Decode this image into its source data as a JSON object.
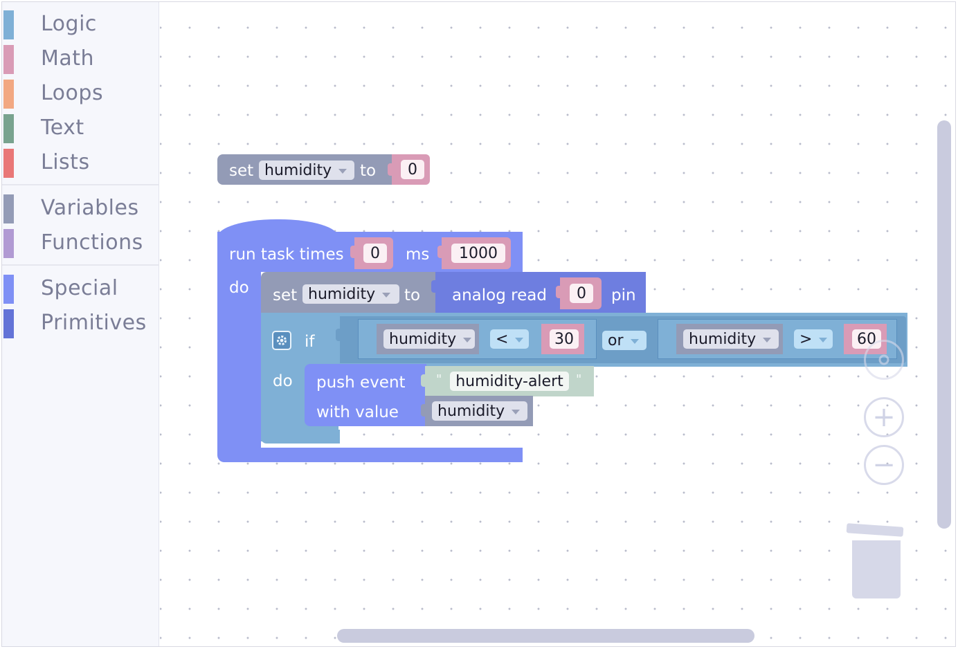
{
  "toolbox": {
    "categories": [
      {
        "label": "Logic",
        "color": "#7fb0d6"
      },
      {
        "label": "Math",
        "color": "#d99bb6"
      },
      {
        "label": "Loops",
        "color": "#f2a882"
      },
      {
        "label": "Text",
        "color": "#79a38f"
      },
      {
        "label": "Lists",
        "color": "#e97777"
      },
      {
        "label": "Variables",
        "color": "#939bb6"
      },
      {
        "label": "Functions",
        "color": "#b19ad3"
      },
      {
        "label": "Special",
        "color": "#7f90f5"
      },
      {
        "label": "Primitives",
        "color": "#6373d7"
      }
    ]
  },
  "blocks": {
    "set_top": {
      "kw_set": "set",
      "variable": "humidity",
      "kw_to": "to",
      "value": "0"
    },
    "run_task": {
      "kw_run": "run task times",
      "times": "0",
      "kw_ms": "ms",
      "ms": "1000",
      "kw_do": "do"
    },
    "set_inner": {
      "kw_set": "set",
      "variable": "humidity",
      "kw_to": "to"
    },
    "analog_read": {
      "kw_analog": "analog read",
      "pin_value": "0",
      "kw_pin": "pin"
    },
    "if_block": {
      "kw_if": "if",
      "kw_do": "do"
    },
    "compare_left": {
      "variable": "humidity",
      "operator": "<",
      "value": "30"
    },
    "logic_op": {
      "operator": "or"
    },
    "compare_right": {
      "variable": "humidity",
      "operator": ">",
      "value": "60"
    },
    "push_event": {
      "kw_push": "push event",
      "kw_with": "with value",
      "quote_open": "\"",
      "event_name": "humidity-alert",
      "quote_close": "\"",
      "variable": "humidity"
    }
  },
  "workspace_controls": {
    "zoom_in": "+",
    "zoom_out": "−",
    "trash_icon": "trash-icon",
    "target_icon": "crosshair-icon"
  },
  "colors": {
    "variables": "#939bb6",
    "special": "#7f90f5",
    "primitives": "#6e7ee0",
    "logic": "#7fb0d6",
    "math": "#d99bb6",
    "text": "#c0d5ca"
  }
}
